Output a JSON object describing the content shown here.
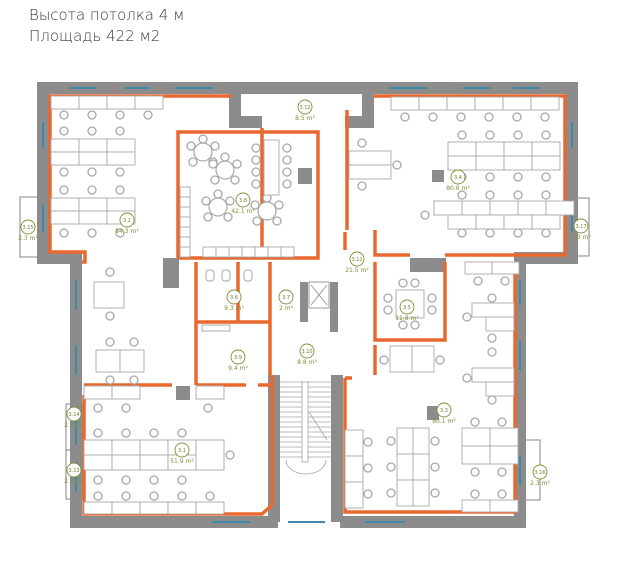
{
  "header": {
    "ceiling_height": "Высота потолка 4 м",
    "area": "Площадь 422 м2"
  },
  "rooms": [
    {
      "id": "3.12",
      "area": "8.5 m²"
    },
    {
      "id": "3.2",
      "area": "84.3 m²"
    },
    {
      "id": "3.8",
      "area": "42.1 m²"
    },
    {
      "id": "3.15",
      "area": "2.3 m²"
    },
    {
      "id": "3.4",
      "area": "80.6 m²"
    },
    {
      "id": "3.17",
      "area": "2.3 m²"
    },
    {
      "id": "3.11",
      "area": "21.5 m²"
    },
    {
      "id": "3.5",
      "area": "11.8 m²"
    },
    {
      "id": "3.6",
      "area": "9.3 m²"
    },
    {
      "id": "3.7",
      "area": "2 m²"
    },
    {
      "id": "3.9",
      "area": "9.4 m²"
    },
    {
      "id": "3.10",
      "area": "8.8 m²"
    },
    {
      "id": "3.3",
      "area": "80.1 m²"
    },
    {
      "id": "3.1",
      "area": "51.9 m²"
    },
    {
      "id": "3.14",
      "area": "2.3 m²"
    },
    {
      "id": "3.13",
      "area": "2.3 m²"
    },
    {
      "id": "3.16",
      "area": "2.3 m²"
    }
  ],
  "colors": {
    "wall": "#8c8c8c",
    "partition": "#e8692e",
    "window": "#3f8aa6",
    "label": "#7f8f3a",
    "furniture": "#a8a8a8"
  }
}
